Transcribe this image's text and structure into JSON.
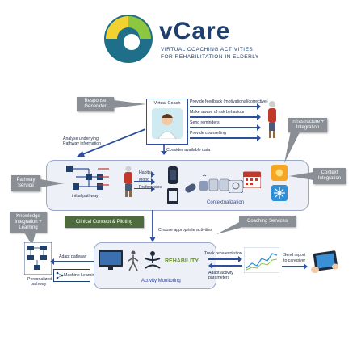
{
  "logo": {
    "name": "vCare",
    "tagline_1": "VIRTUAL COACHING ACTIVITIES",
    "tagline_2": "FOR REHABILITATION IN ELDERLY"
  },
  "virtual_coach": {
    "title": "Virtual Coach",
    "actions": [
      "Provide feedback (motivational/corrective)",
      "Make aware of risk behaviour",
      "Send reminders",
      "Provide counselling"
    ],
    "consider": "Consider available data"
  },
  "callouts": {
    "response_generator": "Response Generator",
    "infrastructure": "Infrastructure + Integration",
    "pathway_service": "Pathway Service",
    "context_integration": "Context Integration",
    "knowledge": "Knowledge Integration + Learning",
    "coaching_services": "Coaching Services",
    "clinical_concept": "Clinical Concept & Piloting"
  },
  "labels": {
    "analyse_1": "Analyse underlying",
    "analyse_2": "Pathway information",
    "initial_pathway": "initial pathway",
    "habits": "Habits",
    "mood": "Mood",
    "preferences": "Preferences",
    "contextualization": "Contextualization",
    "choose_activities": "Choose appropriate activities",
    "adapt_pathway": "Adapt pathway",
    "personalized_1": "Personalized",
    "personalized_2": "pathway",
    "machine_learning": "Machine Learning",
    "rehability": "REHABILITY",
    "activity_monitoring": "Activity Monitoring",
    "track_reha": "Track reha evolution",
    "adapt_activity_1": "Adapt activity",
    "adapt_activity_2": "parameters",
    "send_report_1": "Send report",
    "send_report_2": "to caregiver"
  },
  "colors": {
    "primary_blue": "#2e4f9b",
    "logo_teal": "#1f6f8b",
    "logo_green": "#8dc63f",
    "logo_yellow": "#f2d230",
    "callout_grey": "#8a8f96",
    "callout_green": "#4d6b3f",
    "panel_bg": "#eef0f8"
  }
}
